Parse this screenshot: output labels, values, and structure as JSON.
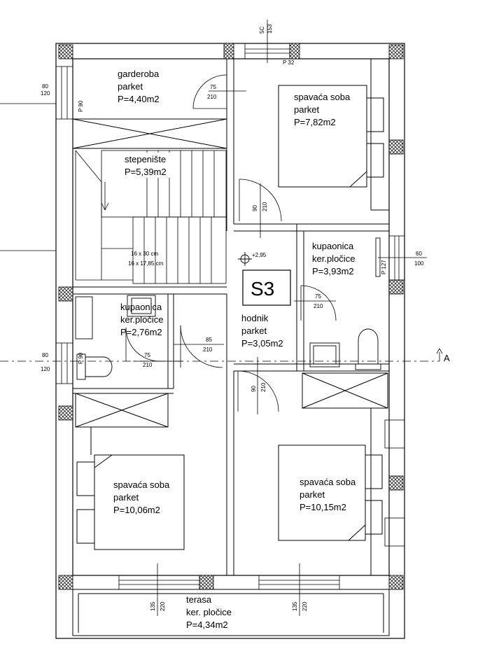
{
  "rooms": {
    "garderoba": {
      "name": "garderoba",
      "floor": "parket",
      "area": "P=4,40m2"
    },
    "spavaca_top": {
      "name": "spavaća soba",
      "floor": "parket",
      "area": "P=7,82m2"
    },
    "stepeniste": {
      "name": "stepenište",
      "area": "P=5,39m2"
    },
    "kupaonica_right": {
      "name": "kupaonica",
      "floor": "ker.pločice",
      "area": "P=3,93m2"
    },
    "kupaonica_left": {
      "name": "kupaonica",
      "floor": "ker.pločice",
      "area": "P=2,76m2"
    },
    "hodnik": {
      "name": "hodnik",
      "floor": "parket",
      "area": "P=3,05m2"
    },
    "spavaca_left": {
      "name": "spavaća soba",
      "floor": "parket",
      "area": "P=10,06m2"
    },
    "spavaca_right": {
      "name": "spavaća soba",
      "floor": "parket",
      "area": "P=10,15m2"
    },
    "terasa": {
      "name": "terasa",
      "floor": "ker. pločice",
      "area": "P=4,34m2"
    }
  },
  "unit_tag": "S3",
  "stair_note": {
    "line1": "16 x 30 cm",
    "line2": "16 x 17,85 cm"
  },
  "level_mark": "+2,95",
  "section_label": "A",
  "dims": {
    "top_window_a": "5C",
    "top_window_b": "153",
    "top_sill": "P 32",
    "left_window_a": "80",
    "left_window_b": "120",
    "left_window_sill": "P 90",
    "door_garderoba_a": "75",
    "door_garderoba_b": "210",
    "door_bed_a": "90",
    "door_bed_b": "210",
    "right_window_a": "60",
    "right_window_b": "100",
    "right_window_sill": "P 127",
    "door_bath_r_a": "75",
    "door_bath_r_b": "210",
    "door_hall_a": "85",
    "door_hall_b": "210",
    "door_bath_l_a": "75",
    "door_bath_l_b": "210",
    "left_window2_a": "80",
    "left_window2_b": "120",
    "left_window2_sill": "P 90",
    "door_bed2_a": "90",
    "door_bed2_b": "210",
    "terrace_door1_a": "135",
    "terrace_door1_b": "220",
    "terrace_door2_a": "135",
    "terrace_door2_b": "220"
  }
}
